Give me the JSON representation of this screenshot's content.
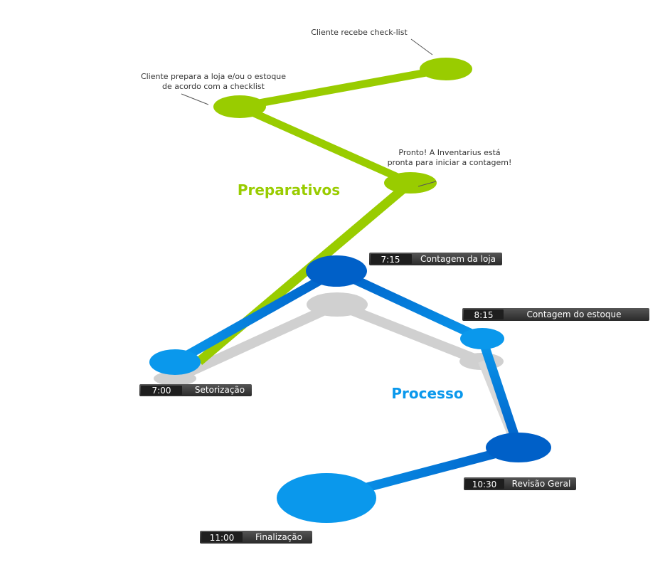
{
  "colors": {
    "green": "#99cc00",
    "blue_light": "#0a98ec",
    "blue_dark": "#0060c8",
    "shadow": "#d0d0d0",
    "label_bg": "#3c3c3c",
    "label_time_bg": "#1e1e1e"
  },
  "sections": {
    "preparativos": "Preparativos",
    "processo": "Processo"
  },
  "notes": {
    "receive": "Cliente recebe check-list",
    "prepare_line1": "Cliente prepara a loja e/ou o estoque",
    "prepare_line2": "de acordo com a checklist",
    "ready_line1": "Pronto! A  Inventarius  está",
    "ready_line2": "pronta para iniciar a contagem!"
  },
  "steps": [
    {
      "time": "7:00",
      "name": "Setorização"
    },
    {
      "time": "7:15",
      "name": "Contagem da loja"
    },
    {
      "time": "8:15",
      "name": "Contagem do estoque"
    },
    {
      "time": "10:30",
      "name": "Revisão Geral"
    },
    {
      "time": "11:00",
      "name": "Finalização"
    }
  ]
}
